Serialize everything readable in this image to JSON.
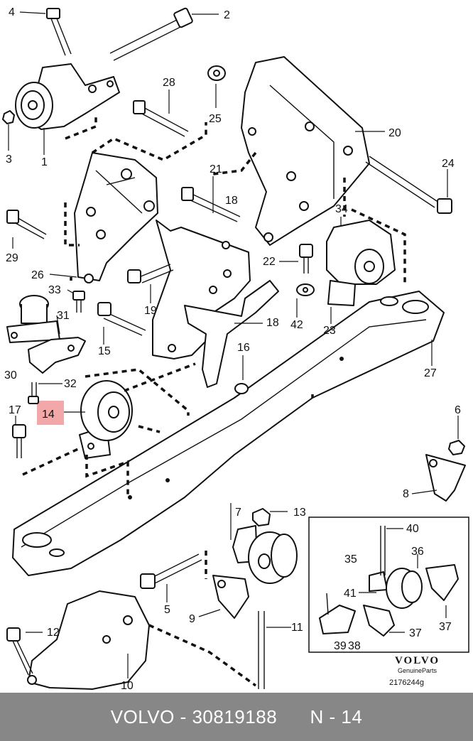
{
  "diagram": {
    "callouts": [
      "1",
      "2",
      "3",
      "4",
      "5",
      "6",
      "8",
      "9",
      "10",
      "11",
      "12",
      "13",
      "14",
      "15",
      "16",
      "17",
      "18",
      "18",
      "19",
      "20",
      "21",
      "22",
      "23",
      "24",
      "25",
      "26",
      "27",
      "28",
      "29",
      "30",
      "31",
      "32",
      "33",
      "34",
      "35",
      "36",
      "37",
      "37",
      "39",
      "40",
      "41",
      "42",
      "7",
      "38"
    ],
    "highlighted_callout": "14",
    "highlight_color": "#f2a8a8"
  },
  "logo": {
    "brand": "VOLVO",
    "tagline": "GenuineParts",
    "diagram_number": "2176244g"
  },
  "footer": {
    "brand": "VOLVO",
    "separator": " - ",
    "part_number": "30819188",
    "position": "N - 14",
    "background": "#878787"
  }
}
